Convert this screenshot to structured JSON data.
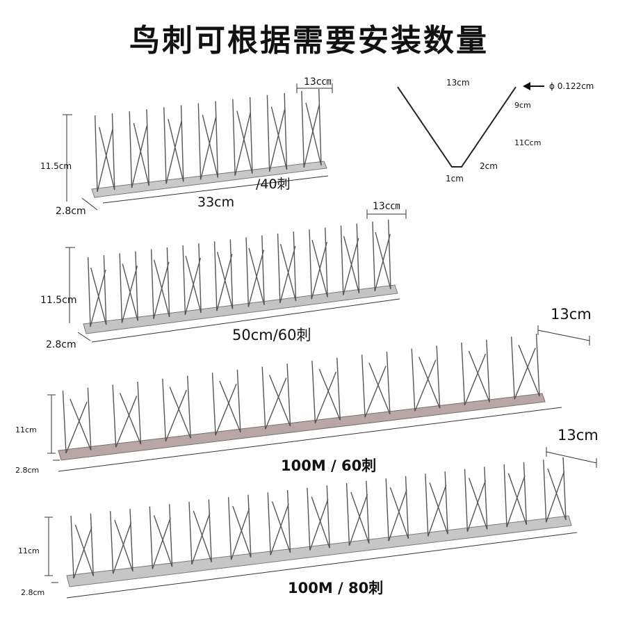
{
  "title": "鸟刺可根据需要安装数量",
  "v_diagram": {
    "top_width": "13cm",
    "wire_diameter": "ϕ 0.122cm",
    "side_upper": "9cm",
    "side_total": "11Ccm",
    "side_lower": "2cm",
    "bottom_width": "1cm"
  },
  "products": [
    {
      "height": "11.5cm",
      "base_width": "2.8cm",
      "spread": "13c㎝",
      "length": "33cm",
      "spikes": "/40刺"
    },
    {
      "height": "11.5cm",
      "base_width": "2.8cm",
      "spread": "13c㎝",
      "caption": "50cm/60刺"
    },
    {
      "height": "11cm",
      "base_width": "2.8cm",
      "spread": "13cm",
      "caption": "100M  /  60刺"
    },
    {
      "height": "11cm",
      "base_width": "2.8cm",
      "spread": "13cm",
      "caption": "100M  /  80刺"
    }
  ]
}
